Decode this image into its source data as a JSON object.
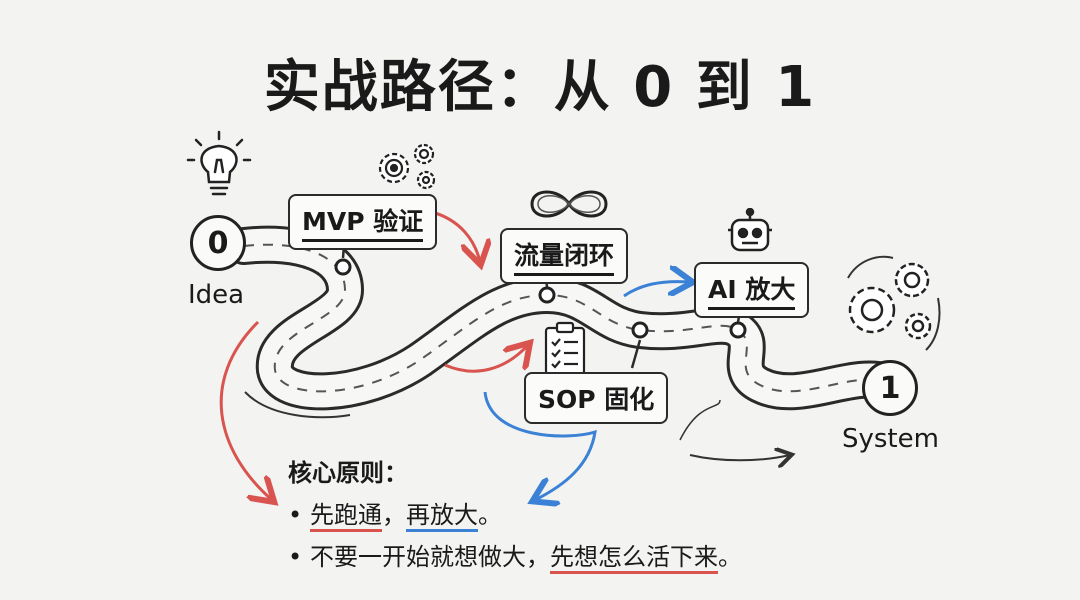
{
  "title": "实战路径：从 0 到 1",
  "start": {
    "number": "0",
    "label": "Idea"
  },
  "end": {
    "number": "1",
    "label": "System"
  },
  "steps": {
    "mvp": "MVP 验证",
    "traffic": "流量闭环",
    "ai": "AI 放大",
    "sop": "SOP 固化"
  },
  "principles": {
    "heading": "核心原则：",
    "bullet": "•",
    "line1": {
      "part1": "先跑通",
      "sep": "，",
      "part2": "再放大",
      "end": "。"
    },
    "line2": {
      "prefix": "不要一开始就想做大，",
      "highlight": "先想怎么活下来",
      "end": "。"
    }
  },
  "icons": [
    "lightbulb-icon",
    "gears-icon",
    "infinity-icon",
    "robot-icon",
    "clipboard-checklist-icon",
    "gears-cycle-icon"
  ],
  "colors": {
    "accent_red": "#d9534f",
    "accent_blue": "#3b82d6",
    "ink": "#222222"
  }
}
